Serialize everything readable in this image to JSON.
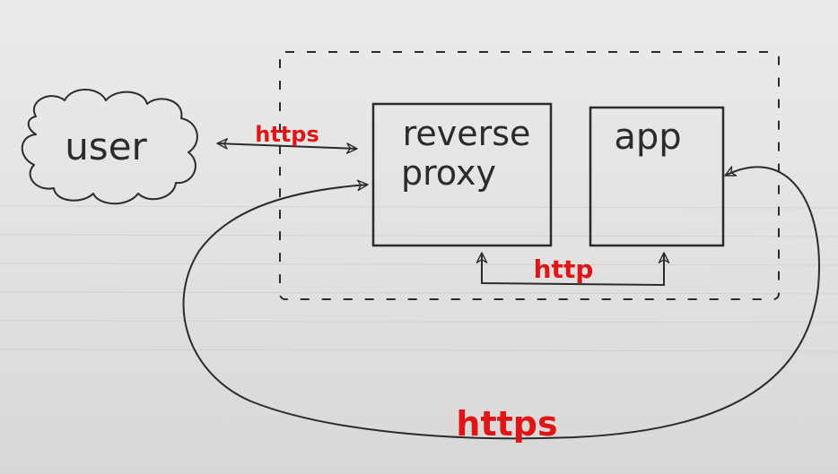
{
  "nodes": {
    "user": "user",
    "reverse_proxy_line1": "reverse",
    "reverse_proxy_line2": "proxy",
    "app": "app"
  },
  "edges": {
    "user_to_proxy": "https",
    "proxy_to_app": "http",
    "app_to_proxy": "https"
  },
  "colors": {
    "ink": "#2b2b2b",
    "label": "#e01515",
    "paper": "#e6e5e4"
  }
}
